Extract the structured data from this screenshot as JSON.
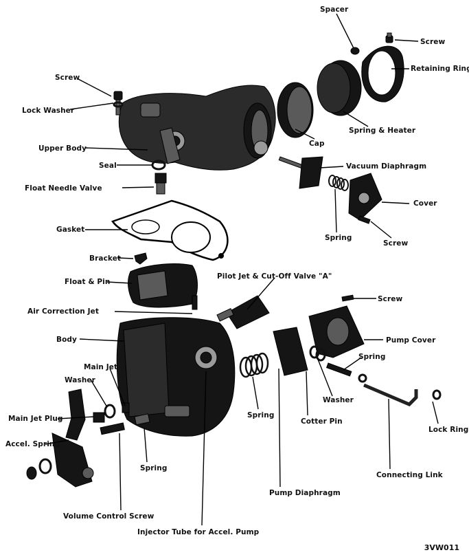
{
  "labels": {
    "spacer": "Spacer",
    "screw_top": "Screw",
    "retaining_ring": "Retaining Ring",
    "screw_left": "Screw",
    "lock_washer": "Lock Washer",
    "spring_heater": "Spring & Heater",
    "cap": "Cap",
    "upper_body": "Upper Body",
    "seal": "Seal",
    "vacuum_diaphragm": "Vacuum Diaphragm",
    "float_needle_valve": "Float Needle Valve",
    "cover": "Cover",
    "gasket": "Gasket",
    "spring_vacuum": "Spring",
    "screw_cover": "Screw",
    "bracket": "Bracket",
    "pilot_jet": "Pilot Jet & Cut-Off Valve \"A\"",
    "float_pin": "Float & Pin",
    "screw_pump": "Screw",
    "air_correction_jet": "Air Correction Jet",
    "pump_cover": "Pump Cover",
    "body": "Body",
    "spring_pump": "Spring",
    "main_jet": "Main Jet",
    "washer_left": "Washer",
    "washer_right": "Washer",
    "spring_center": "Spring",
    "cotter_pin": "Cotter Pin",
    "main_jet_plug": "Main Jet Plug",
    "lock_ring": "Lock Ring",
    "accel_spring": "Accel. Spring",
    "spring_lower": "Spring",
    "connecting_link": "Connecting Link",
    "pump_diaphragm": "Pump Diaphragm",
    "volume_control_screw": "Volume Control Screw",
    "injector_tube": "Injector Tube for Accel. Pump"
  },
  "figure_code": "3VW011"
}
